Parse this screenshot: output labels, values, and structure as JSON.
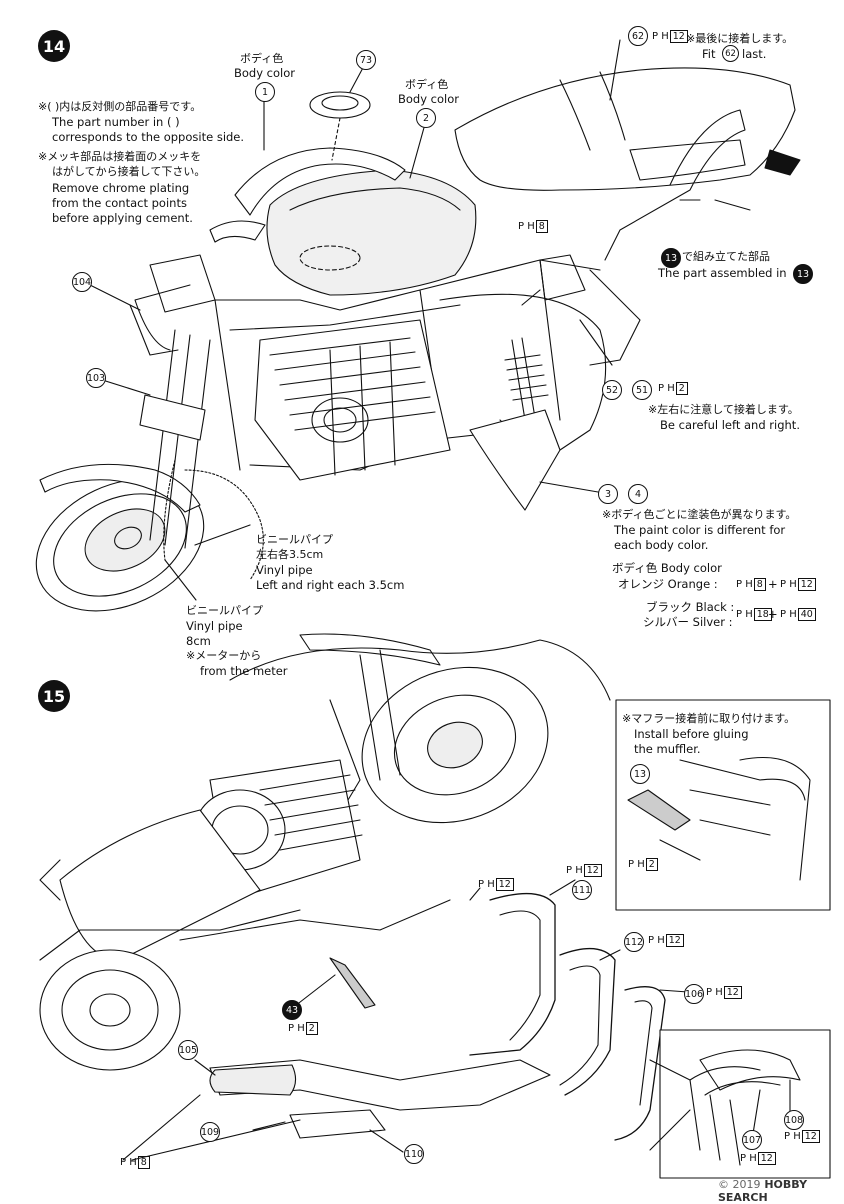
{
  "steps": {
    "s14": "14",
    "s15": "15"
  },
  "parts": {
    "p1": "1",
    "p2": "2",
    "p3": "3",
    "p4": "4",
    "p13": "13",
    "p13b": "13",
    "p13c": "13",
    "p43": "43",
    "p51": "51",
    "p52": "52",
    "p62": "62",
    "p62b": "62",
    "p73": "73",
    "p103": "103",
    "p104": "104",
    "p105": "105",
    "p106": "106",
    "p107": "107",
    "p108": "108",
    "p109": "109",
    "p110": "110",
    "p111": "111",
    "p112": "112"
  },
  "paint_refs": {
    "prefix": "P H",
    "r62": "12",
    "r8a": "8",
    "r52": "2",
    "r8o": "8",
    "r12o": "12",
    "r18": "18",
    "r40": "40",
    "r12a": "12",
    "r12b": "12",
    "r111": "12",
    "r112": "12",
    "r106": "12",
    "r43": "2",
    "r13s": "2",
    "r108": "12",
    "r107": "12",
    "r8m": "8"
  },
  "text": {
    "body_color_jp1": "ボディ色",
    "body_color_en1": "Body color",
    "body_color_jp2": "ボディ色",
    "body_color_en2": "Body color",
    "note_opposite_jp": "※( )内は反対側の部品番号です。",
    "note_opposite_en1": "The part number in (     )",
    "note_opposite_en2": "corresponds to the opposite side.",
    "note_chrome_jp1": "※メッキ部品は接着面のメッキを",
    "note_chrome_jp2": "はがしてから接着して下さい。",
    "note_chrome_en1": "Remove chrome plating",
    "note_chrome_en2": "from the contact points",
    "note_chrome_en3": "before applying cement.",
    "fit_last_jp": "※最後に接着します。",
    "fit_last_en_a": "Fit",
    "fit_last_en_b": "last.",
    "assembled_jp": "で組み立てた部品",
    "assembled_en": "The part assembled in",
    "careful_jp": "※左右に注意して接着します。",
    "careful_en": "Be careful left and right.",
    "paint_diff_jp": "※ボディ色ごとに塗装色が異なります。",
    "paint_diff_en1": "The paint color is different for",
    "paint_diff_en2": "each body color.",
    "body_color_label": "ボディ色 Body color",
    "orange": "オレンジ Orange :",
    "black": "ブラック Black :",
    "silver": "シルバー Silver :",
    "plus": "+",
    "vinyl1_jp": "ビニールパイプ",
    "vinyl1_jp2": "左右各3.5cm",
    "vinyl1_en1": "Vinyl pipe",
    "vinyl1_en2": "Left and right each 3.5cm",
    "vinyl2_jp": "ビニールパイプ",
    "vinyl2_en1": "Vinyl pipe",
    "vinyl2_en2": "8cm",
    "vinyl2_jp2": "※メーターから",
    "vinyl2_en3": "from the meter",
    "muffler_jp": "※マフラー接着前に取り付けます。",
    "muffler_en1": "Install before gluing",
    "muffler_en2": "the muffler.",
    "watermark": "HOBBY SEARCH",
    "copyright": "© 2019"
  }
}
